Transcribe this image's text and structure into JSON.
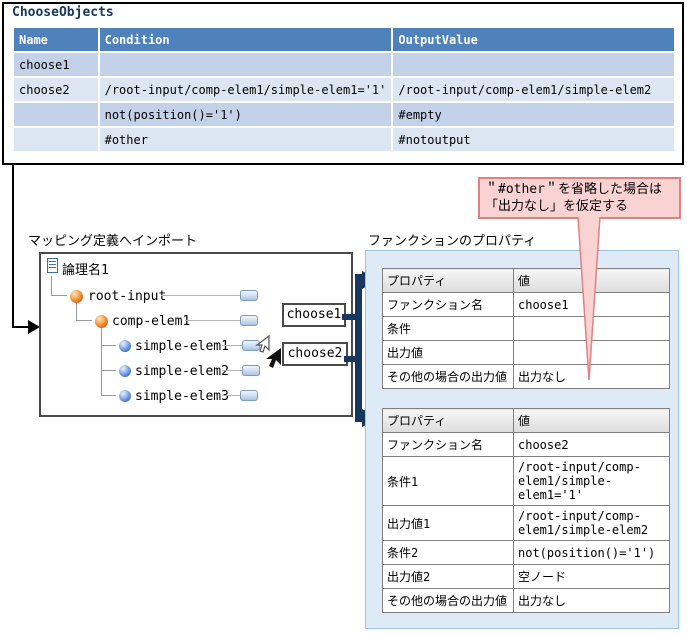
{
  "choose_objects": {
    "title": "ChooseObjects",
    "columns": [
      "Name",
      "Condition",
      "OutputValue"
    ],
    "rows": [
      [
        "choose1",
        "",
        ""
      ],
      [
        "choose2",
        "/root-input/comp-elem1/simple-elem1='1'",
        "/root-input/comp-elem1/simple-elem2"
      ],
      [
        "",
        "not(position()='1')",
        "#empty"
      ],
      [
        "",
        "#other",
        "#notoutput"
      ]
    ]
  },
  "callout": {
    "text": "＂#other＂を省略した場合は\n「出力なし」を仮定する"
  },
  "mapping": {
    "heading": "マッピング定義へインポート",
    "tree": {
      "root": "論理名1",
      "nodes": [
        {
          "label": "root-input",
          "type": "complex-element"
        },
        {
          "label": "comp-elem1",
          "type": "complex-element"
        },
        {
          "label": "simple-elem1",
          "type": "simple-element"
        },
        {
          "label": "simple-elem2",
          "type": "simple-element"
        },
        {
          "label": "simple-elem3",
          "type": "simple-element"
        }
      ]
    },
    "functions": [
      "choose1",
      "choose2"
    ]
  },
  "properties": {
    "heading": "ファンクションのプロパティ",
    "tables": [
      {
        "columns": [
          "プロパティ",
          "値"
        ],
        "rows": [
          [
            "ファンクション名",
            "choose1"
          ],
          [
            "条件",
            ""
          ],
          [
            "出力値",
            ""
          ],
          [
            "その他の場合の出力値",
            "出力なし"
          ]
        ]
      },
      {
        "columns": [
          "プロパティ",
          "値"
        ],
        "rows": [
          [
            "ファンクション名",
            "choose2"
          ],
          [
            "条件1",
            "/root-input/comp-\nelem1/simple-\nelem1='1'"
          ],
          [
            "出力値1",
            "/root-input/comp-\nelem1/simple-elem2"
          ],
          [
            "条件2",
            "not(position()='1')"
          ],
          [
            "出力値2",
            "空ノード"
          ],
          [
            "その他の場合の出力値",
            "出力なし"
          ]
        ]
      }
    ]
  },
  "colors": {
    "accent_navy": "#17375E",
    "table_header_blue": "#4F81BD",
    "row_blue_dark": "#C3D2E8",
    "row_blue_light": "#DCE6F2",
    "panel_blue": "#DEEBF7",
    "panel_border": "#9DC3E6",
    "callout_pink": "#F9D2D2",
    "callout_border": "#DD8282"
  }
}
